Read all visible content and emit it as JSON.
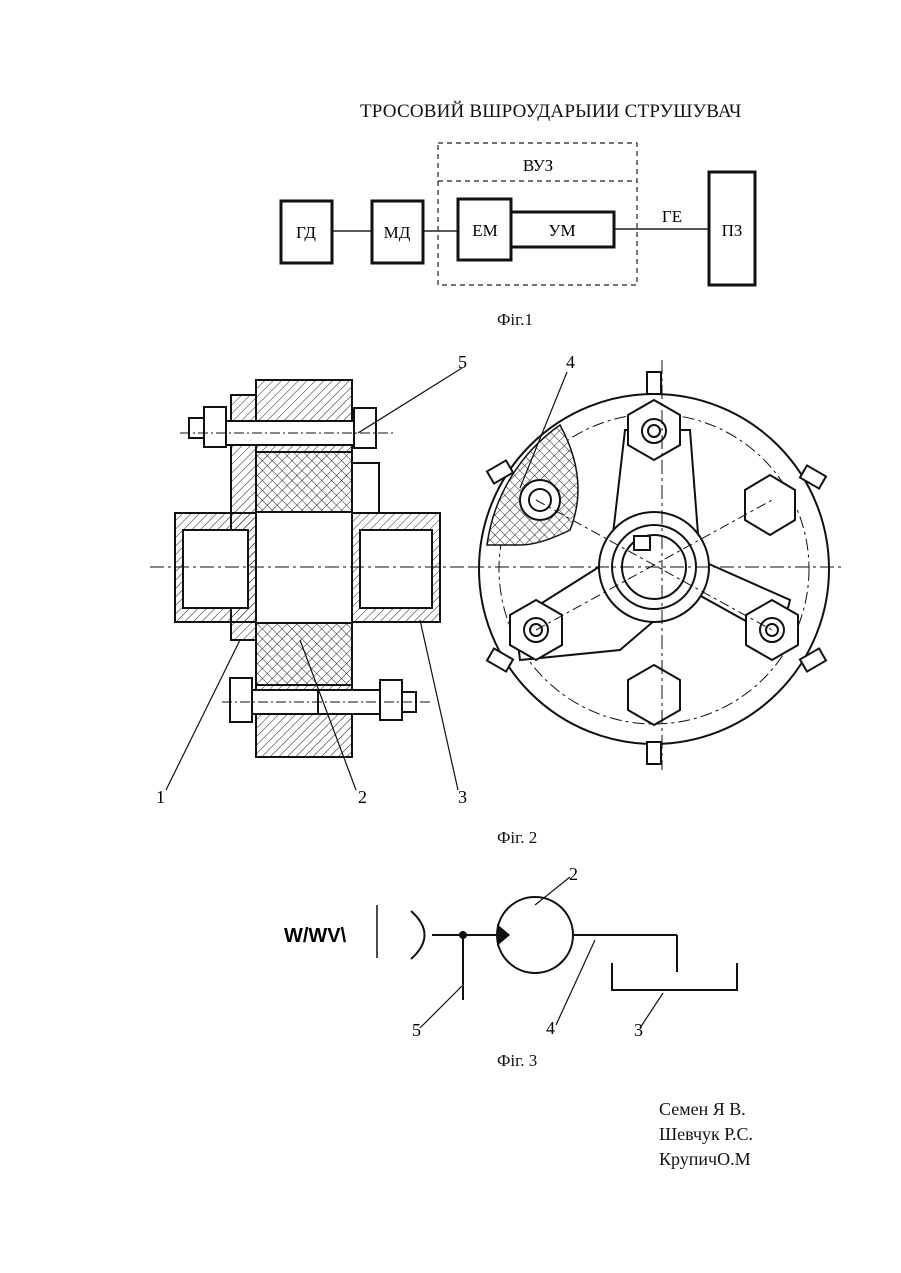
{
  "title": "ТРОСОВИЙ ВШРОУДАРЫИИ СТРУШУВАЧ",
  "figure1": {
    "caption": "Фіг.1",
    "group_label": "ВУЗ",
    "blocks": [
      "ГД",
      "МД",
      "ЕМ",
      "УМ",
      "ПЗ"
    ],
    "link_label": "ГЕ"
  },
  "figure2": {
    "caption": "Фіг. 2",
    "callouts": [
      "5",
      "4",
      "1",
      "2",
      "3"
    ]
  },
  "figure3": {
    "caption": "Фіг. 3",
    "spring_label": "W/WV\\",
    "callouts": [
      "2",
      "5",
      "4",
      "3"
    ]
  },
  "authors": "Семен Я В.\nШевчук Р.С.\nКрупичО.М"
}
